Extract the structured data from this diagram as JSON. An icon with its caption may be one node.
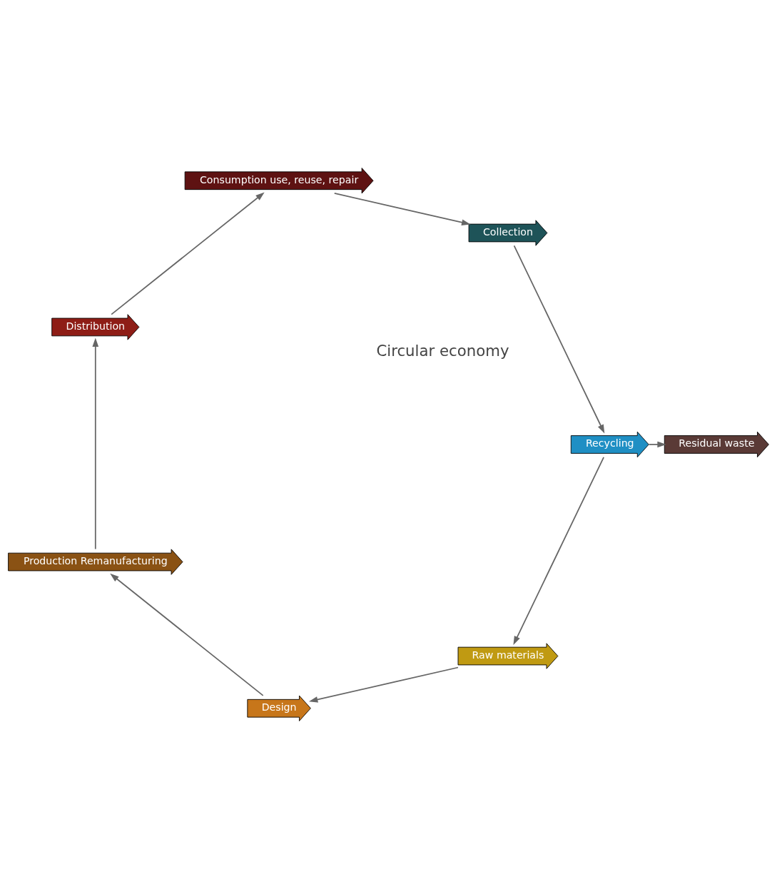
{
  "diagram": {
    "nodes": [
      {
        "text": [
          "Raw materials"
        ]
      },
      {
        "text": [
          "Design"
        ]
      },
      {
        "text": [
          "Production Remanufacturing"
        ]
      },
      {
        "text": [
          "Distribution"
        ]
      },
      {
        "text": [
          "Consumption use, reuse, repair"
        ]
      },
      {
        "text": [
          "Collection"
        ]
      },
      {
        "text": [
          "Recycling"
        ]
      },
      {
        "text": [
          "Residual waste"
        ]
      }
    ],
    "edges": [
      {
        "from": 0,
        "to": 1,
        "arrow": "to"
      },
      {
        "from": 1,
        "to": 2,
        "arrow": "to"
      },
      {
        "from": 2,
        "to": 3,
        "arrow": "to"
      },
      {
        "from": 3,
        "to": 4,
        "arrow": "to"
      },
      {
        "from": 4,
        "to": 5,
        "arrow": "to"
      },
      {
        "from": 5,
        "to": 6,
        "arrow": "to"
      },
      {
        "from": 6,
        "to": 0,
        "arrow": "to"
      },
      {
        "from": 6,
        "to": 7,
        "arrow": "to"
      }
    ],
    "labels": [
      "Circular economy"
    ]
  }
}
